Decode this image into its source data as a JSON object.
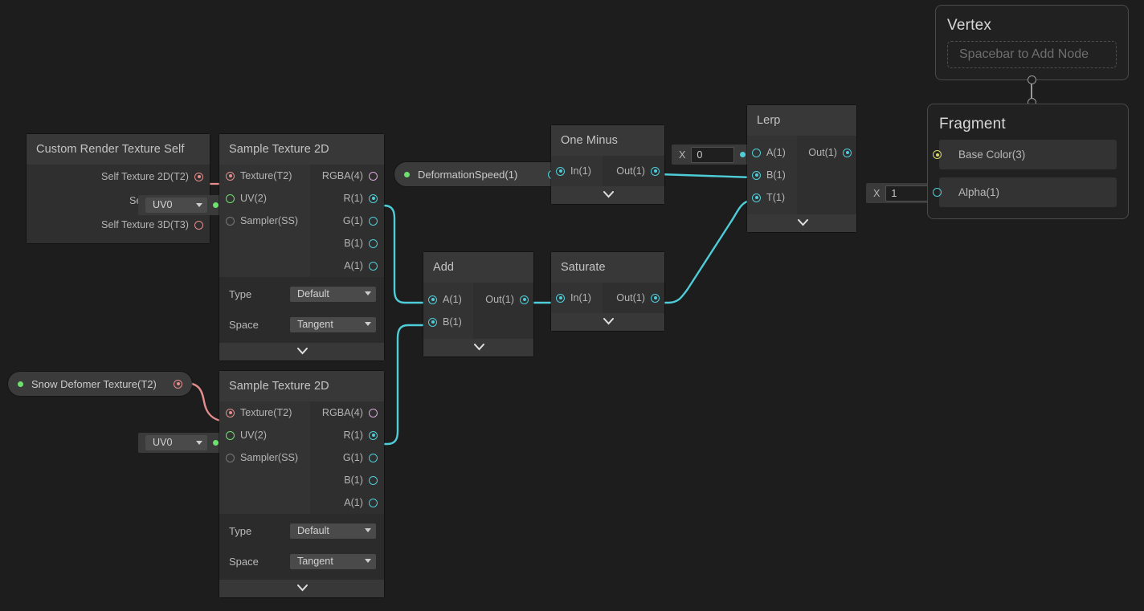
{
  "app": {
    "name": "shader-graph-editor",
    "background": "#1d1d1d",
    "wire_color": "#4ecdd9",
    "wire_color_texture": "#e58c8c",
    "wire_color_uv": "#6ee06e",
    "wire_color_basecolor": "#cfd46a"
  },
  "nodes": {
    "custom_render_texture_self": {
      "title": "Custom Render Texture Self",
      "inputs": [],
      "outputs": [
        {
          "label": "Self Texture 2D(T2)",
          "type": "texture2d",
          "color": "#e58c8c",
          "filled": true
        },
        {
          "label": "Self Texture (",
          "type": "uv",
          "color": "#6ee06e",
          "filled": true
        },
        {
          "label": "Self Texture 3D(T3)",
          "type": "texture3d",
          "color": "#e58c8c",
          "filled": false
        }
      ],
      "overlay_dropdown": {
        "value": "UV0"
      }
    },
    "sample_texture_2d_top": {
      "title": "Sample Texture 2D",
      "inputs": [
        {
          "label": "Texture(T2)",
          "color": "#e58c8c",
          "filled": true
        },
        {
          "label": "UV(2)",
          "color": "#6ee06e",
          "filled": false
        },
        {
          "label": "Sampler(SS)",
          "color": "#777777",
          "filled": false
        }
      ],
      "outputs": [
        {
          "label": "RGBA(4)",
          "color": "#d9a8d9",
          "filled": false
        },
        {
          "label": "R(1)",
          "color": "#4ecdd9",
          "filled": true
        },
        {
          "label": "G(1)",
          "color": "#4ecdd9",
          "filled": false
        },
        {
          "label": "B(1)",
          "color": "#4ecdd9",
          "filled": false
        },
        {
          "label": "A(1)",
          "color": "#4ecdd9",
          "filled": false
        }
      ],
      "settings": [
        {
          "label": "Type",
          "value": "Default"
        },
        {
          "label": "Space",
          "value": "Tangent"
        }
      ]
    },
    "sample_texture_2d_bottom": {
      "title": "Sample Texture 2D",
      "inputs": [
        {
          "label": "Texture(T2)",
          "color": "#e58c8c",
          "filled": true
        },
        {
          "label": "UV(2)",
          "color": "#6ee06e",
          "filled": false
        },
        {
          "label": "Sampler(SS)",
          "color": "#777777",
          "filled": false
        }
      ],
      "outputs": [
        {
          "label": "RGBA(4)",
          "color": "#d9a8d9",
          "filled": false
        },
        {
          "label": "R(1)",
          "color": "#4ecdd9",
          "filled": true
        },
        {
          "label": "G(1)",
          "color": "#4ecdd9",
          "filled": false
        },
        {
          "label": "B(1)",
          "color": "#4ecdd9",
          "filled": false
        },
        {
          "label": "A(1)",
          "color": "#4ecdd9",
          "filled": false
        }
      ],
      "settings": [
        {
          "label": "Type",
          "value": "Default"
        },
        {
          "label": "Space",
          "value": "Tangent"
        }
      ]
    },
    "one_minus": {
      "title": "One Minus",
      "inputs": [
        {
          "label": "In(1)",
          "color": "#4ecdd9",
          "filled": true
        }
      ],
      "outputs": [
        {
          "label": "Out(1)",
          "color": "#4ecdd9",
          "filled": true
        }
      ]
    },
    "add": {
      "title": "Add",
      "inputs": [
        {
          "label": "A(1)",
          "color": "#4ecdd9",
          "filled": true
        },
        {
          "label": "B(1)",
          "color": "#4ecdd9",
          "filled": true
        }
      ],
      "outputs": [
        {
          "label": "Out(1)",
          "color": "#4ecdd9",
          "filled": true
        }
      ]
    },
    "saturate": {
      "title": "Saturate",
      "inputs": [
        {
          "label": "In(1)",
          "color": "#4ecdd9",
          "filled": true
        }
      ],
      "outputs": [
        {
          "label": "Out(1)",
          "color": "#4ecdd9",
          "filled": true
        }
      ]
    },
    "lerp": {
      "title": "Lerp",
      "inputs": [
        {
          "label": "A(1)",
          "color": "#4ecdd9",
          "filled": false
        },
        {
          "label": "B(1)",
          "color": "#4ecdd9",
          "filled": true
        },
        {
          "label": "T(1)",
          "color": "#4ecdd9",
          "filled": true
        }
      ],
      "outputs": [
        {
          "label": "Out(1)",
          "color": "#4ecdd9",
          "filled": true
        }
      ]
    },
    "vertex_master": {
      "title": "Vertex",
      "add_node_hint": "Spacebar to Add Node"
    },
    "fragment_master": {
      "title": "Fragment",
      "slots": [
        {
          "label": "Base Color(3)",
          "color": "#d6d66a",
          "filled": true
        },
        {
          "label": "Alpha(1)",
          "color": "#4ecdd9",
          "filled": false
        }
      ]
    }
  },
  "properties": {
    "snow_deformer_texture": {
      "label": "Snow Defomer Texture(T2)",
      "dot_color": "#6ee06e",
      "slot_color": "#e58c8c"
    },
    "deformation_speed": {
      "label": "DeformationSpeed(1)",
      "dot_color": "#6ee06e",
      "slot_color": "#4ecdd9"
    }
  },
  "inline_values": {
    "uv_dropdown_bottom": {
      "value": "UV0"
    },
    "lerp_a_value": {
      "axis": "X",
      "value": "0"
    },
    "alpha_value": {
      "axis": "X",
      "value": "1"
    }
  }
}
